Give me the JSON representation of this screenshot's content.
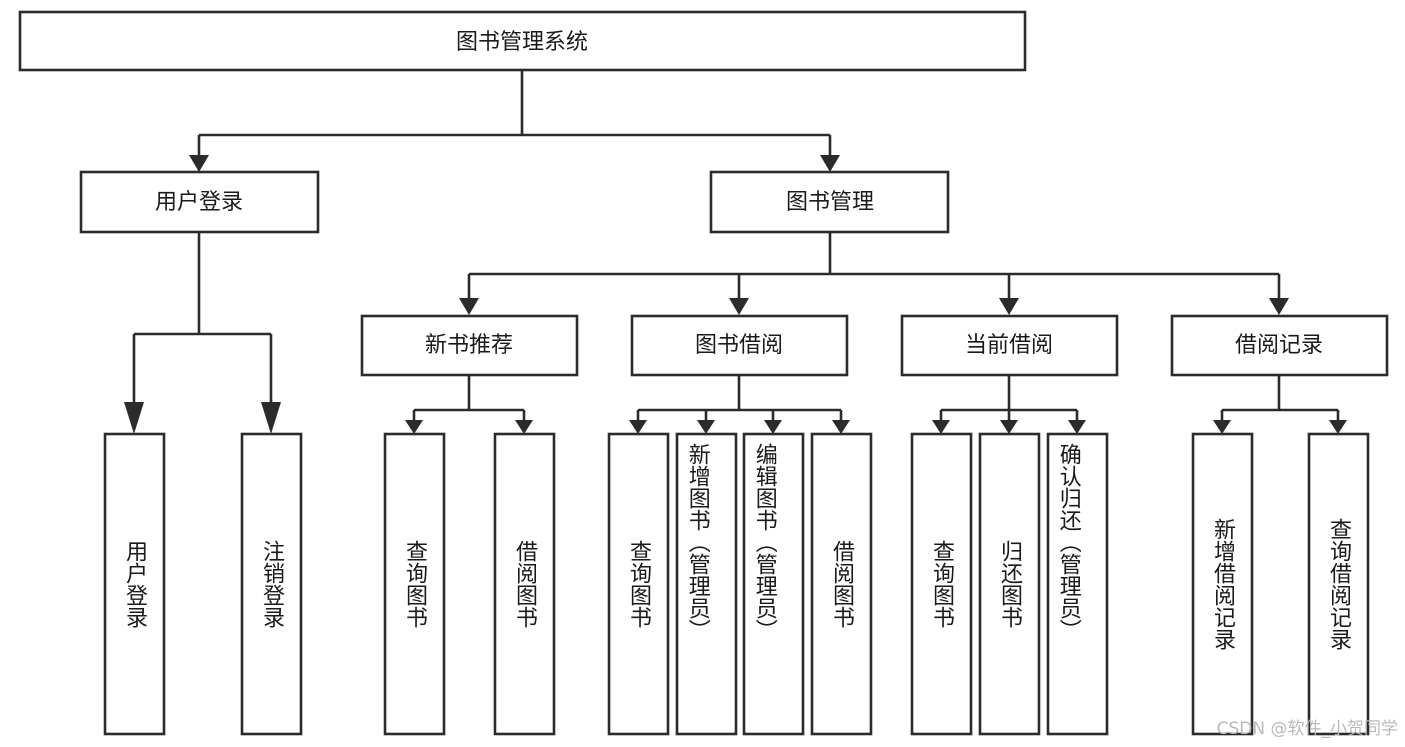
{
  "diagram": {
    "title_node": {
      "label": "图书管理系统",
      "orientation": "horizontal"
    },
    "level2": [
      {
        "label": "用户登录",
        "orientation": "horizontal"
      },
      {
        "label": "图书管理",
        "orientation": "horizontal"
      }
    ],
    "level3": [
      {
        "label": "新书推荐",
        "orientation": "horizontal"
      },
      {
        "label": "图书借阅",
        "orientation": "horizontal"
      },
      {
        "label": "当前借阅",
        "orientation": "horizontal"
      },
      {
        "label": "借阅记录",
        "orientation": "horizontal"
      }
    ],
    "leaves": {
      "user_login": [
        {
          "label": "用户登录",
          "orientation": "vertical"
        },
        {
          "label": "注销登录",
          "orientation": "vertical"
        }
      ],
      "new_book_recommend": [
        {
          "label": "查询图书",
          "orientation": "vertical"
        },
        {
          "label": "借阅图书",
          "orientation": "vertical"
        }
      ],
      "book_borrow": [
        {
          "label": "查询图书",
          "orientation": "vertical"
        },
        {
          "label": "新增图书（管理员）",
          "orientation": "vertical"
        },
        {
          "label": "编辑图书（管理员）",
          "orientation": "vertical"
        },
        {
          "label": "借阅图书",
          "orientation": "vertical"
        }
      ],
      "current_borrow": [
        {
          "label": "查询图书",
          "orientation": "vertical"
        },
        {
          "label": "归还图书",
          "orientation": "vertical"
        },
        {
          "label": "确认归还（管理员）",
          "orientation": "vertical"
        }
      ],
      "borrow_record": [
        {
          "label": "新增借阅记录",
          "orientation": "vertical"
        },
        {
          "label": "查询借阅记录",
          "orientation": "vertical"
        }
      ]
    },
    "watermark": "CSDN @软件_小贺同学",
    "colors": {
      "stroke": "#2b2b2b",
      "fill": "#ffffff",
      "text": "#1a1a1a",
      "watermark": "#b9b9b9",
      "background": "#ffffff"
    }
  }
}
